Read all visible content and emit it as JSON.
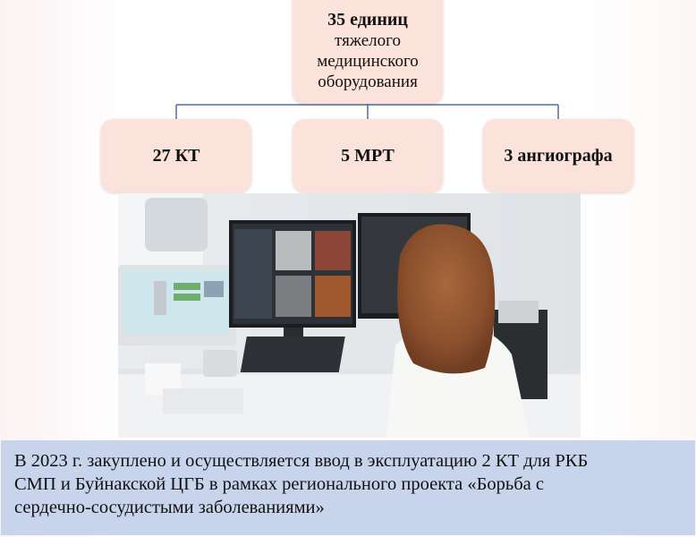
{
  "diagram": {
    "root": {
      "line1": "35 единиц",
      "line2": "тяжелого",
      "line3": "медицинского",
      "line4": "оборудования"
    },
    "children": [
      {
        "label": "27 КТ"
      },
      {
        "label": "5 МРТ"
      },
      {
        "label": "3 ангиографа"
      }
    ],
    "box_color": "#fbe3dc",
    "connector_color": "#4a6fa5"
  },
  "caption": {
    "line1": "В 2023 г. закуплено и осуществляется ввод в  эксплуатацию 2 КТ для РКБ",
    "line2": "СМП и  Буйнакской ЦГБ в рамках регионального проекта «Борьба с",
    "line3": "сердечно-сосудистыми заболеваниями»",
    "background": "#c8d3ec"
  }
}
